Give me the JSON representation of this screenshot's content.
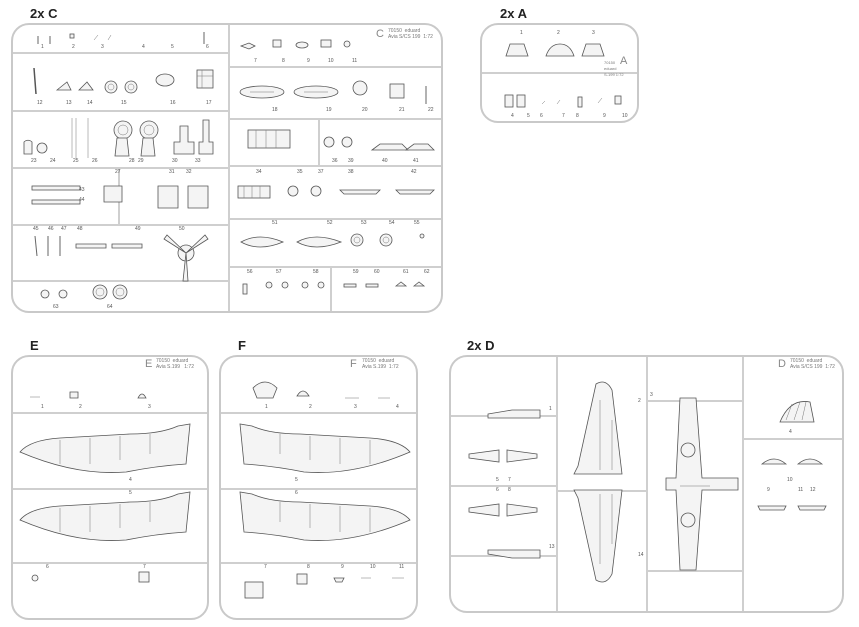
{
  "sprues": {
    "c": {
      "title": "2x C",
      "stamp_letter": "C",
      "stamp": "70150  eduard\nAvia S/CS 199  1:72"
    },
    "a": {
      "title": "2x A",
      "stamp_letter": "A",
      "stamp": "70150\neduard\nS-199 1:72"
    },
    "e": {
      "title": "E",
      "stamp_letter": "E",
      "stamp": "70150  eduard\nAvia S.199   1:72"
    },
    "f": {
      "title": "F",
      "stamp_letter": "F",
      "stamp": "70150  eduard\nAvia S.199  1:72"
    },
    "d": {
      "title": "2x D",
      "stamp_letter": "D",
      "stamp": "70150  eduard\nAvia S/CS 199  1:72"
    }
  },
  "part_numbers": {
    "c": [
      "1",
      "2",
      "3",
      "4",
      "5",
      "6",
      "7",
      "8",
      "9",
      "10",
      "11",
      "12",
      "13",
      "14",
      "15",
      "16",
      "17",
      "18",
      "19",
      "20",
      "21",
      "22",
      "23",
      "24",
      "25",
      "26",
      "27",
      "28",
      "29",
      "30",
      "31",
      "32",
      "33",
      "34",
      "35",
      "36",
      "37",
      "38",
      "39",
      "40",
      "41",
      "42",
      "43",
      "44",
      "45",
      "46",
      "47",
      "48",
      "49",
      "50",
      "51",
      "52",
      "53",
      "54",
      "55",
      "56",
      "57",
      "58",
      "59",
      "60",
      "61",
      "62",
      "63",
      "64"
    ],
    "a": [
      "1",
      "2",
      "3",
      "4",
      "5",
      "6",
      "7",
      "8",
      "9",
      "10"
    ],
    "e": [
      "1",
      "2",
      "3",
      "4",
      "5",
      "6",
      "7"
    ],
    "f": [
      "1",
      "2",
      "3",
      "4",
      "5",
      "6",
      "7",
      "8",
      "9",
      "10",
      "11"
    ],
    "d": [
      "1",
      "2",
      "3",
      "4",
      "5",
      "6",
      "7",
      "8",
      "9",
      "10",
      "11",
      "12",
      "13",
      "14"
    ]
  },
  "colors": {
    "frame": "#c9c9c9",
    "part_stroke": "#555555",
    "part_fill": "#f4f4f4"
  }
}
